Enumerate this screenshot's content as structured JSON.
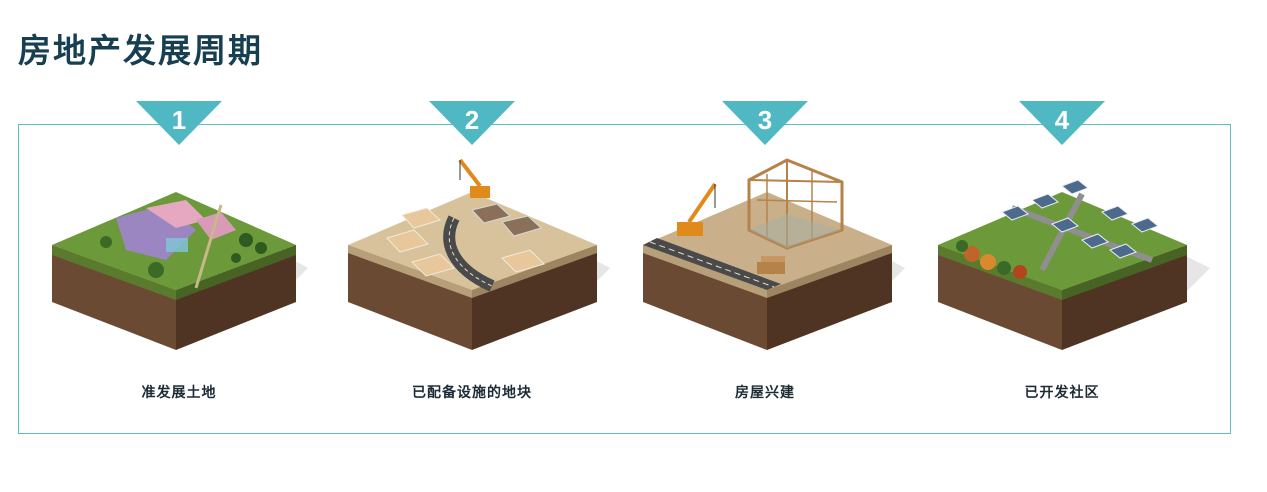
{
  "title": "房地产发展周期",
  "accent_color": "#4fb8c3",
  "stages": [
    {
      "number": "1",
      "label": "准发展土地"
    },
    {
      "number": "2",
      "label": "已配备设施的地块"
    },
    {
      "number": "3",
      "label": "房屋兴建"
    },
    {
      "number": "4",
      "label": "已开发社区"
    }
  ]
}
